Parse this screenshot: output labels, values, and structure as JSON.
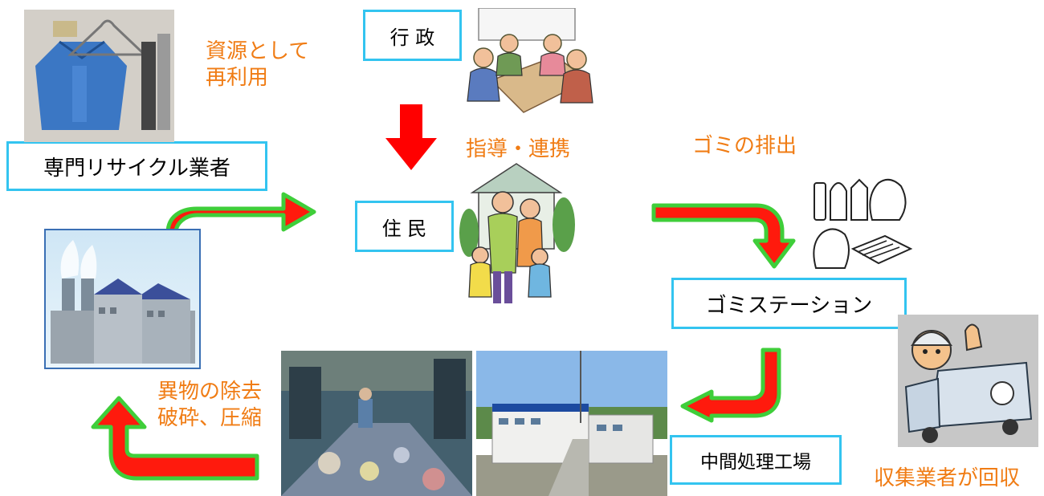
{
  "boxes": {
    "gyosei": "行 政",
    "jumin": "住 民",
    "recycler": "専門リサイクル業者",
    "station": "ゴミステーション",
    "plant": "中間処理工場"
  },
  "notes": {
    "reuse_line1": "資源として",
    "reuse_line2": "再利用",
    "guidance": "指導・連携",
    "discharge": "ゴミの排出",
    "collect": "収集業者が回収",
    "process_line1": "異物の除去",
    "process_line2": "破砕、圧縮"
  },
  "colors": {
    "box_border": "#33c4f0",
    "note_text": "#f07c14",
    "arrow_fill": "#ff1a0d",
    "arrow_outline": "#3fce3a",
    "guidance_arrow": "#ff0000"
  },
  "images": [
    "recycled-goods-photo",
    "meeting-illustration",
    "family-illustration",
    "garbage-bags-illustration",
    "factory-illustration",
    "collector-truck-illustration",
    "sorting-line-photo",
    "processing-plant-photo"
  ]
}
